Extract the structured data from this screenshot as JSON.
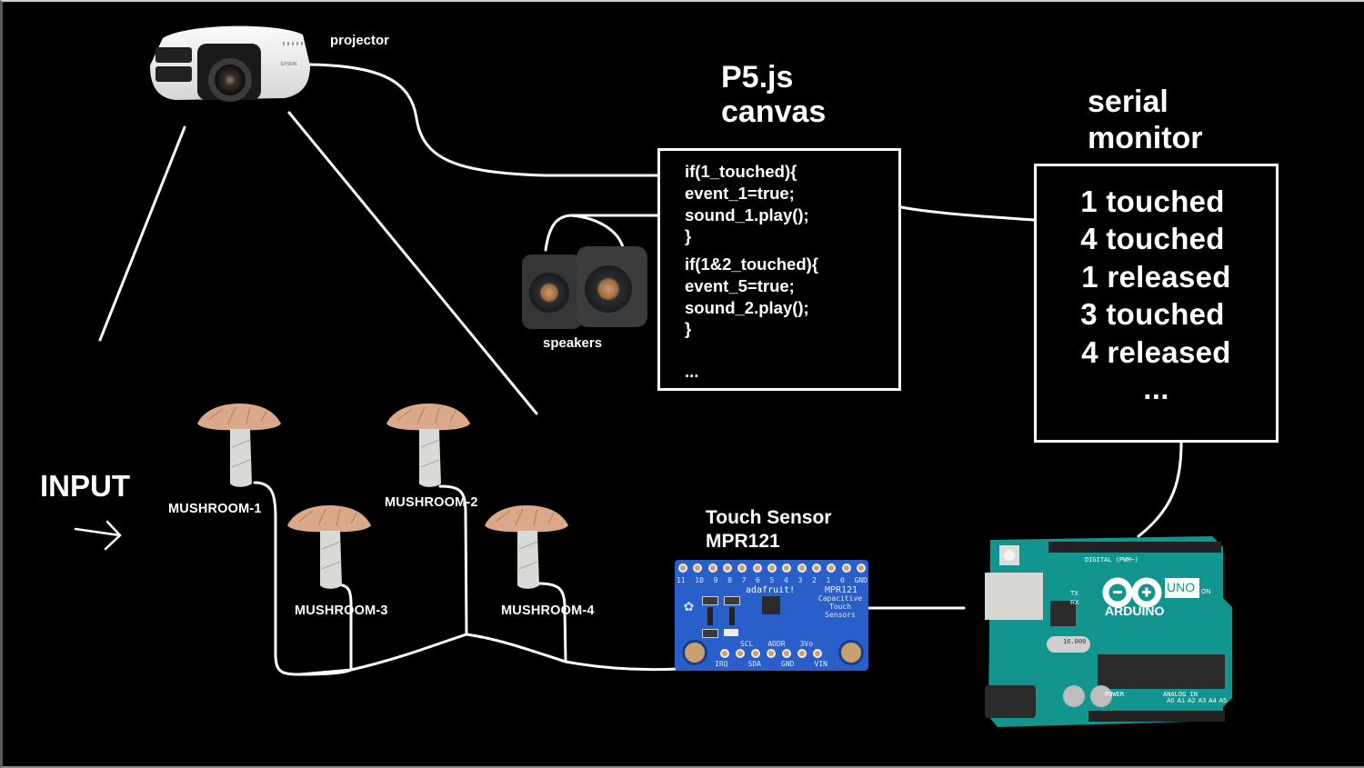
{
  "diagram": {
    "title_p5": [
      "P5.js",
      "canvas"
    ],
    "title_serial": [
      "serial",
      "monitor"
    ],
    "projector_label": "projector",
    "speakers_label": "speakers",
    "input_label": "INPUT",
    "touch_sensor_label": [
      "Touch Sensor",
      "MPR121"
    ],
    "code_lines": [
      "if(1_touched){",
      "event_1=true;",
      "sound_1.play();",
      "}",
      "if(1&2_touched){",
      "event_5=true;",
      "sound_2.play();",
      "}",
      "",
      "..."
    ],
    "serial_lines": [
      "1 touched",
      "4 touched",
      "1 released",
      "3 touched",
      "4 released",
      "..."
    ],
    "mushrooms": [
      {
        "label": "MUSHROOM-1"
      },
      {
        "label": "MUSHROOM-2"
      },
      {
        "label": "MUSHROOM-3"
      },
      {
        "label": "MUSHROOM-4"
      }
    ],
    "projector_brand": "EPSON",
    "mpr121_board": {
      "brand": "adafruit!",
      "title": "MPR121",
      "subtitle": [
        "Capacitive",
        "Touch",
        "Sensors"
      ],
      "top_pins": [
        "11",
        "10",
        "9",
        "8",
        "7",
        "6",
        "5",
        "4",
        "3",
        "2",
        "1",
        "0",
        "GND"
      ],
      "bottom_labels_top": [
        "SCL",
        "ADDR",
        "3Vo"
      ],
      "bottom_labels": [
        "IRQ",
        "SDA",
        "GND",
        "VIN"
      ]
    },
    "arduino_board": {
      "brand": "ARDUINO",
      "model": "UNO",
      "digital_label": "DIGITAL (PWM~)",
      "power_label": "POWER",
      "analog_label": "ANALOG IN",
      "analog_pins": [
        "A0",
        "A1",
        "A2",
        "A3",
        "A4",
        "A5"
      ],
      "tx": "TX",
      "rx": "RX",
      "on": "ON",
      "crystal": "16.000"
    },
    "colors": {
      "background": "#000000",
      "foreground": "#ffffff",
      "mushroom_cap": "#d9a98a",
      "mushroom_stem": "#d8dad6",
      "mpr121_pcb": "#2a5fc9",
      "arduino_pcb": "#12958f",
      "speaker_body": "#3a3b3d",
      "speaker_cone": "#b77a4a"
    }
  }
}
